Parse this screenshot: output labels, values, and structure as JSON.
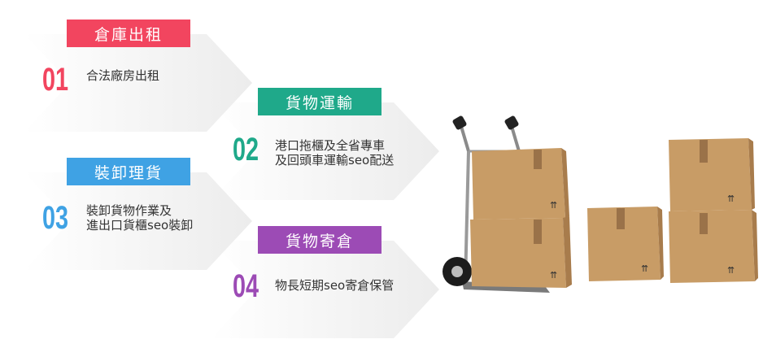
{
  "services": [
    {
      "badge": "倉庫出租",
      "number": "01",
      "text": "合法廠房出租",
      "color": "#f2455f"
    },
    {
      "badge": "貨物運輸",
      "number": "02",
      "text": "港口拖櫃及全省專車\n及回頭車運輸seo配送",
      "color": "#1fa98a"
    },
    {
      "badge": "裝卸理貨",
      "number": "03",
      "text": "裝卸貨物作業及\n進出口貨櫃seo裝卸",
      "color": "#3fa2e4"
    },
    {
      "badge": "貨物寄倉",
      "number": "04",
      "text": "物長短期seo寄倉保管",
      "color": "#9c4bb5"
    }
  ],
  "colors": {
    "box": "#c89c66",
    "box_dark": "#a87c4c",
    "tape": "#9a7249"
  }
}
